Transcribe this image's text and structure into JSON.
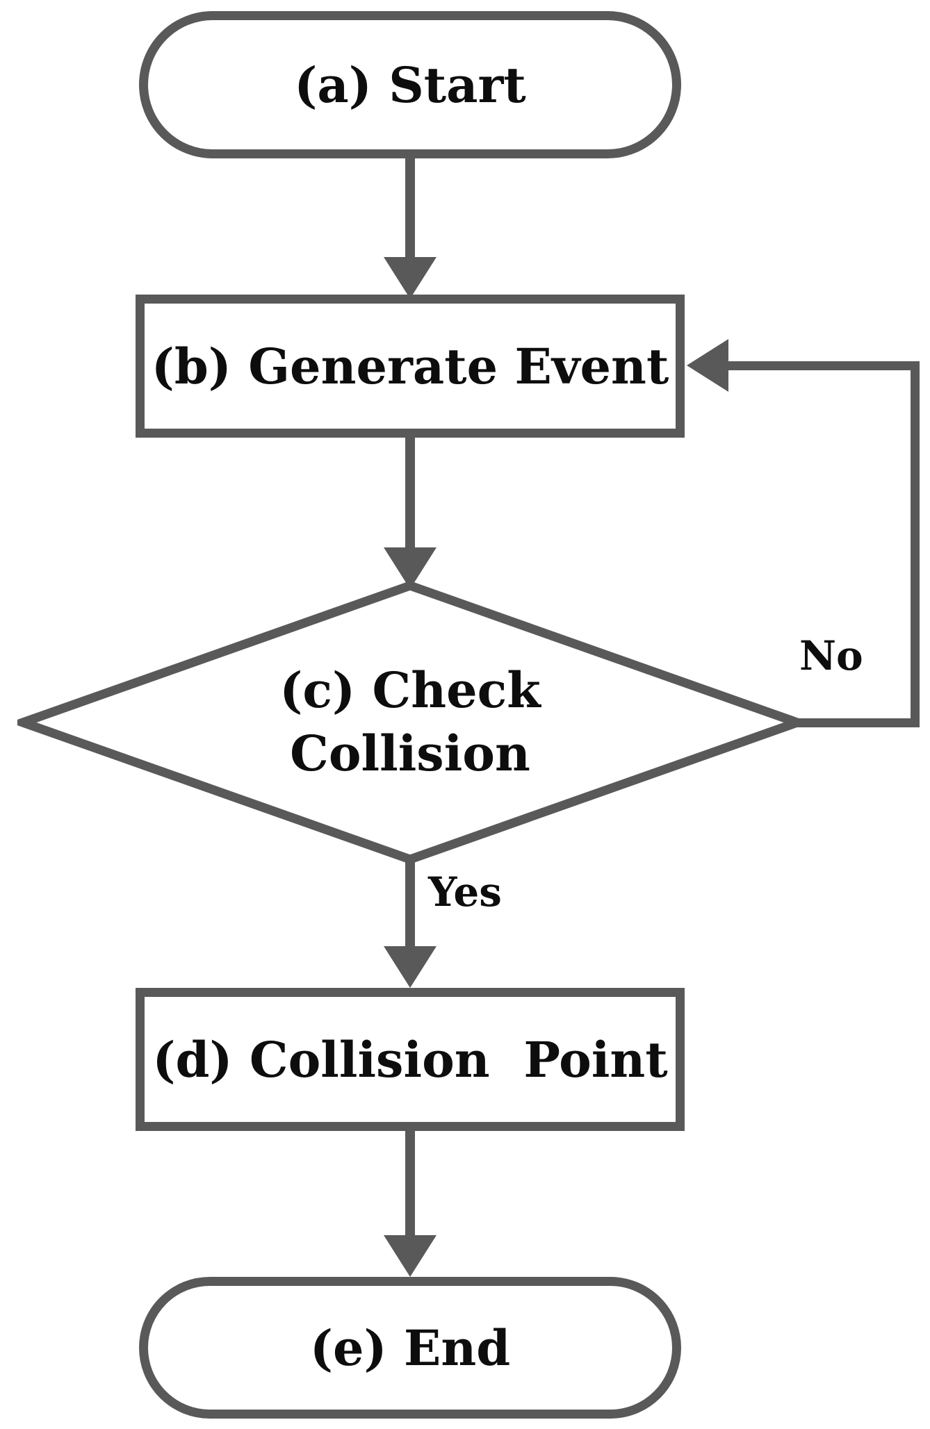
{
  "figure": {
    "type": "flowchart",
    "background_color": "#ffffff",
    "line_color": "#595959",
    "text_color": "#0d0d0d",
    "nodes": [
      {
        "id": "start",
        "shape": "stadium",
        "label": "(a) Start"
      },
      {
        "id": "generate-event",
        "shape": "rectangle",
        "label": "(b) Generate Event"
      },
      {
        "id": "check-collision",
        "shape": "diamond",
        "label": "(c) Check\nCollision"
      },
      {
        "id": "collision-point",
        "shape": "rectangle",
        "label": "(d) Collision  Point"
      },
      {
        "id": "end",
        "shape": "stadium",
        "label": "(e) End"
      }
    ],
    "edges": [
      {
        "from": "start",
        "to": "generate-event",
        "label": ""
      },
      {
        "from": "generate-event",
        "to": "check-collision",
        "label": ""
      },
      {
        "from": "check-collision",
        "to": "collision-point",
        "label": "Yes"
      },
      {
        "from": "check-collision",
        "to": "generate-event",
        "label": "No"
      },
      {
        "from": "collision-point",
        "to": "end",
        "label": ""
      }
    ]
  }
}
